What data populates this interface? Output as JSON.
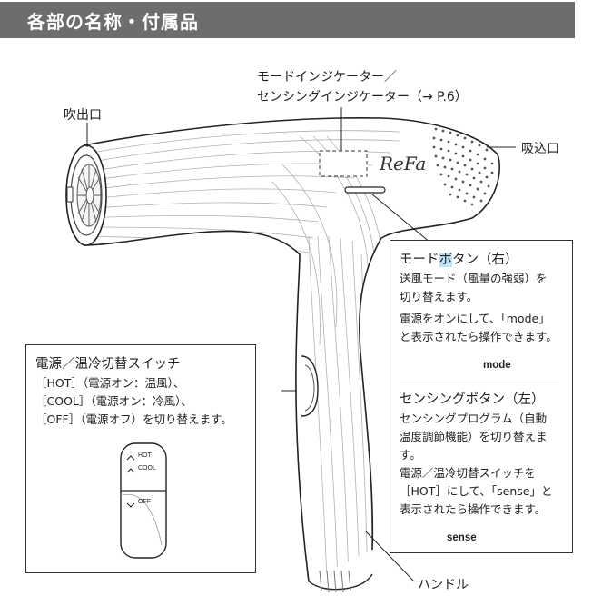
{
  "header": {
    "title": "各部の名称・付属品"
  },
  "labels": {
    "outlet": "吹出口",
    "indicator_line1": "モードインジケーター／",
    "indicator_line2": "センシングインジケーター（→ P.6）",
    "intake": "吸込口",
    "handle": "ハンドル",
    "brand_logo": "ReFa"
  },
  "mode_box": {
    "title_pre": "モード",
    "title_hl": "ボ",
    "title_post": "タン（右）",
    "desc": [
      "送風モード（風量の強弱）を",
      "切り替えます。"
    ],
    "desc2": [
      "電源をオンにして、「mode」",
      "と表示されたら操作できます。"
    ],
    "button_caption": "mode"
  },
  "sensing_box": {
    "title": "センシングボタン（左）",
    "desc": [
      "センシングプログラム（自動",
      "温度調節機能）を切り替えま",
      "す。"
    ],
    "desc2": [
      "電源／温冷切替スイッチを",
      "［HOT］にして、「sense」と",
      "表示されたら操作できます。"
    ],
    "button_caption": "sense"
  },
  "switch_box": {
    "title": "電源／温冷切替スイッチ",
    "lines": [
      "［HOT］（電源オン：温風）、",
      "［COOL］（電源オン：冷風）、",
      "［OFF］（電源オフ）を切り替えます。"
    ],
    "switch_labels": {
      "hot": "HOT",
      "cool": "COOL",
      "off": "OFF"
    }
  }
}
